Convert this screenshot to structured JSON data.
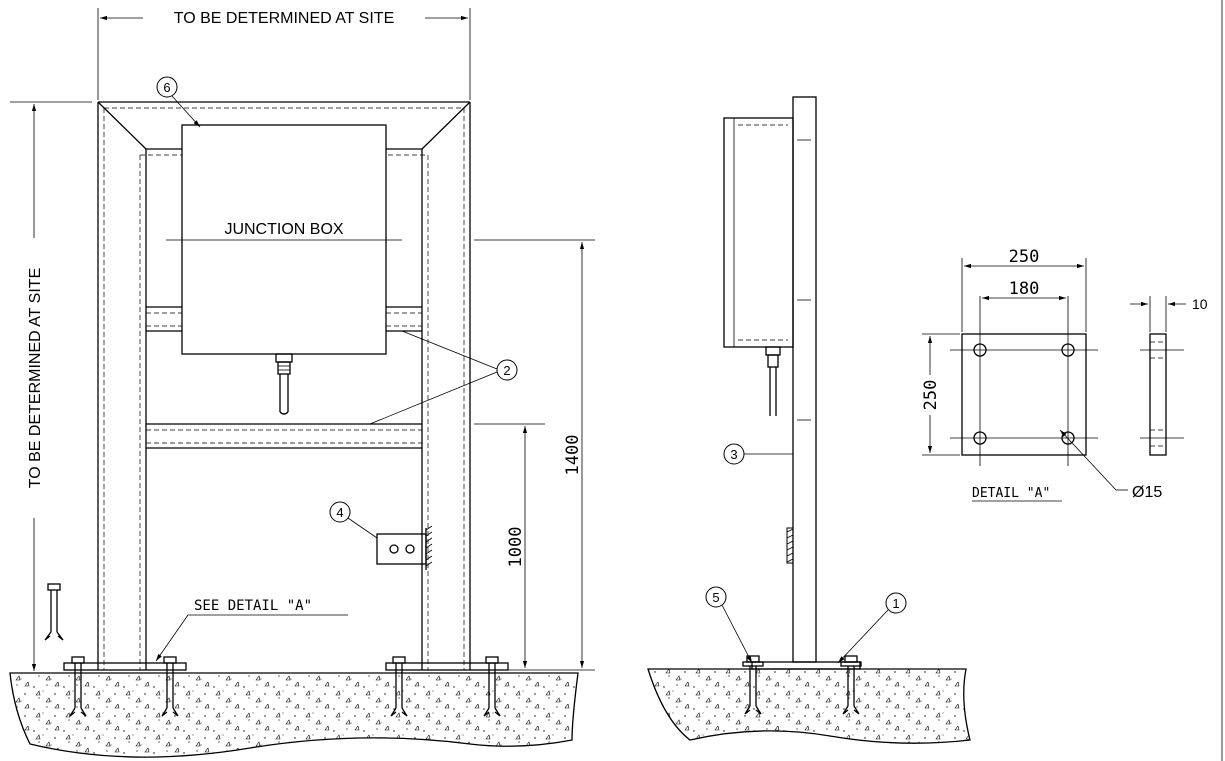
{
  "front_view": {
    "top_width_dimension": "TO BE DETERMINED AT SITE",
    "left_height_dimension": "TO BE DETERMINED AT SITE",
    "junction_box_label": "JUNCTION BOX",
    "see_detail_note": "SEE   DETAIL  \"A\"",
    "dim_1400": "1400",
    "dim_1000": "1000",
    "balloons": {
      "b6": "6",
      "b2": "2",
      "b4": "4"
    }
  },
  "side_view": {
    "balloons": {
      "b3": "3",
      "b5": "5",
      "b1": "1"
    }
  },
  "detail_a": {
    "title": "DETAIL \"A\"",
    "dim_width_outer": "250",
    "dim_width_inner": "180",
    "dim_height": "250",
    "dim_thickness": "10",
    "hole_diameter": "Ø15"
  }
}
